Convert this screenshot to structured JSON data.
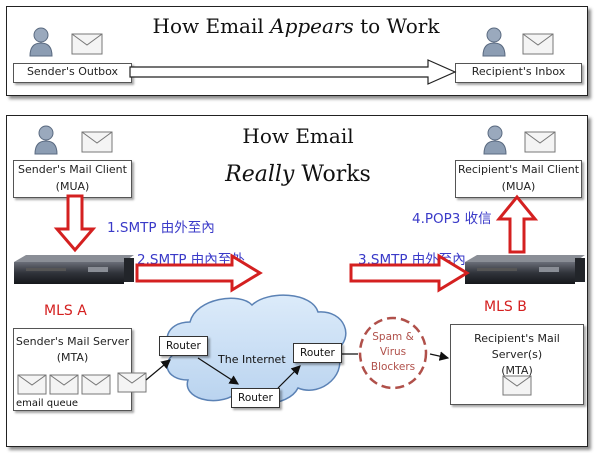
{
  "top": {
    "title_prefix": "How Email ",
    "title_emph": "Appears",
    "title_suffix": " to Work",
    "sender_outbox": "Sender's Outbox",
    "recipient_inbox": "Recipient's Inbox"
  },
  "bottom": {
    "title_line1": "How Email",
    "title_line2_emph": "Really",
    "title_line2_rest": " Works",
    "sender_client": "Sender's Mail Client",
    "sender_client_sub": "(MUA)",
    "recipient_client": "Recipient's Mail Client",
    "recipient_client_sub": "(MUA)",
    "step1": "1.SMTP 由外至內",
    "step2": "2.SMTP 由內至外",
    "step3": "3.SMTP 由外至內",
    "step4": "4.POP3 收信",
    "mls_a": "MLS A",
    "mls_b": "MLS B",
    "sender_server": "Sender's Mail Server",
    "sender_server_sub": "(MTA)",
    "email_queue": "email queue",
    "cloud_label": "The Internet",
    "router": "Router",
    "spam_line1": "Spam &",
    "spam_line2": "Virus",
    "spam_line3": "Blockers",
    "recipient_server": "Recipient's Mail Server(s)",
    "recipient_server_sub": "(MTA)"
  },
  "colors": {
    "step_text": "#3a3ac8",
    "red_arrow": "#d42020",
    "spam_border": "#b0504a"
  }
}
